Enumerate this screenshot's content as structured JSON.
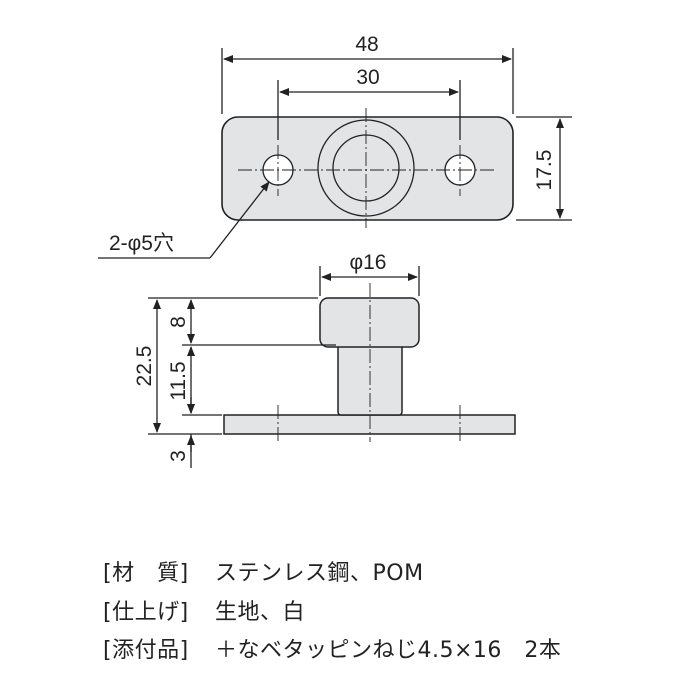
{
  "drawing": {
    "dims": {
      "overall_width": "48",
      "hole_pitch": "30",
      "plate_height": "17.5",
      "hole_callout": "2-φ5穴",
      "head_diameter": "φ16",
      "total_height": "22.5",
      "head_height": "8",
      "shaft_height": "11.5",
      "base_thickness": "3"
    },
    "colors": {
      "part_fill": "#e3e4e6",
      "line": "#222222"
    }
  },
  "specs": [
    {
      "label": "[材　質]",
      "value": "ステンレス鋼、POM"
    },
    {
      "label": "[仕上げ]",
      "value": "生地、白"
    },
    {
      "label": "[添付品]",
      "value": "＋なベタッピンねじ4.5×16　2本"
    }
  ]
}
